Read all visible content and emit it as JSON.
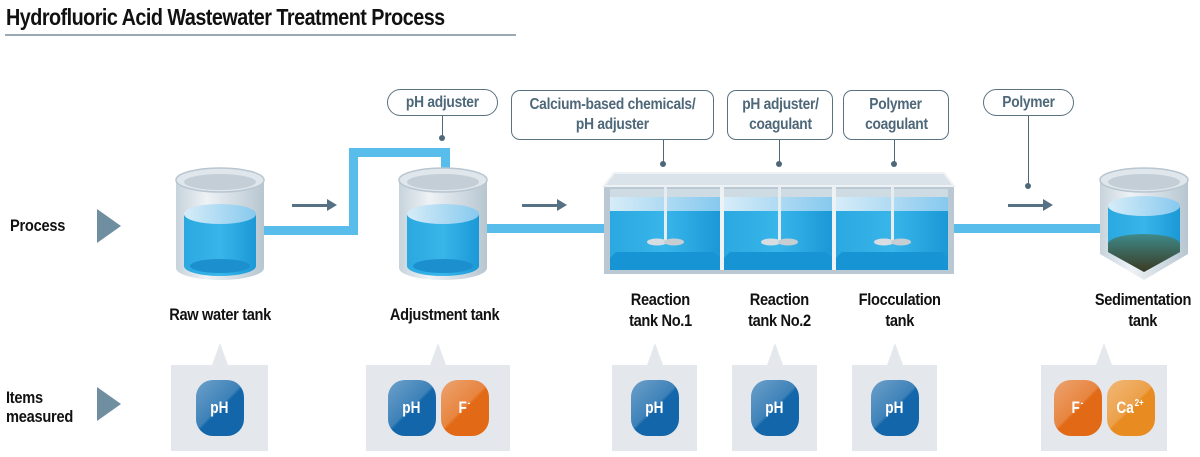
{
  "title": "Hydrofluoric Acid Wastewater Treatment Process",
  "rows": {
    "process": "Process",
    "items_measured_line1": "Items",
    "items_measured_line2": "measured"
  },
  "chemicals": [
    {
      "line1": "pH adjuster",
      "line2": ""
    },
    {
      "line1": "Calcium-based chemicals/",
      "line2": "pH adjuster"
    },
    {
      "line1": "pH adjuster/",
      "line2": "coagulant"
    },
    {
      "line1": "Polymer",
      "line2": "coagulant"
    },
    {
      "line1": "Polymer",
      "line2": ""
    }
  ],
  "stages": [
    {
      "line1": "Raw water tank",
      "line2": "",
      "measures": [
        {
          "label": "pH",
          "sup": "",
          "color": "blue"
        }
      ]
    },
    {
      "line1": "Adjustment tank",
      "line2": "",
      "measures": [
        {
          "label": "pH",
          "sup": "",
          "color": "blue"
        },
        {
          "label": "F",
          "sup": "-",
          "color": "orange"
        }
      ]
    },
    {
      "line1": "Reaction",
      "line2": "tank No.1",
      "measures": [
        {
          "label": "pH",
          "sup": "",
          "color": "blue"
        }
      ]
    },
    {
      "line1": "Reaction",
      "line2": "tank No.2",
      "measures": [
        {
          "label": "pH",
          "sup": "",
          "color": "blue"
        }
      ]
    },
    {
      "line1": "Flocculation",
      "line2": "tank",
      "measures": [
        {
          "label": "pH",
          "sup": "",
          "color": "blue"
        }
      ]
    },
    {
      "line1": "Sedimentation",
      "line2": "tank",
      "measures": [
        {
          "label": "F",
          "sup": "-",
          "color": "orange"
        },
        {
          "label": "Ca",
          "sup": "2+",
          "color": "amber"
        }
      ]
    }
  ],
  "colors": {
    "water": "#29abe2",
    "pipe": "#58bdea",
    "arrow": "#567183",
    "ph_badge": "#1366a9",
    "fluoride_badge": "#e26a16",
    "calcium_badge": "#e88c22",
    "measure_panel": "#e4e8ed"
  }
}
